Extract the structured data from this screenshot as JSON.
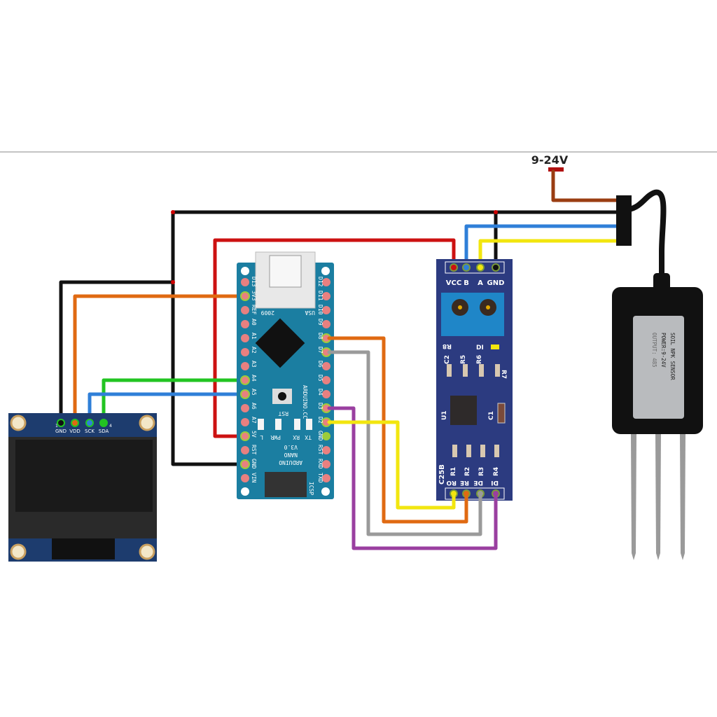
{
  "power_label": "9-24V",
  "colors": {
    "arduino_board": "#1b7ea1",
    "rs485_board": "#2c3b80",
    "oled_board": "#1d3c6e",
    "sensor_body": "#111111",
    "wire_black": "#111111",
    "wire_red": "#cc1111",
    "wire_orange": "#e06a12",
    "wire_blue": "#2f7fd8",
    "wire_yellow": "#f2e60f",
    "wire_green": "#22c422",
    "wire_gray": "#9a9a9a",
    "wire_purple": "#9a3fa0",
    "wire_brown": "#9a3d12"
  },
  "arduino": {
    "left_pins": [
      "D13",
      "3V3",
      "REF",
      "A0",
      "A1",
      "A2",
      "A3",
      "A4",
      "A5",
      "A6",
      "A7",
      "5V",
      "RST",
      "GND",
      "VIN"
    ],
    "right_pins": [
      "D12",
      "D11",
      "D10",
      "D9",
      "D8",
      "D7",
      "D6",
      "D5",
      "D4",
      "D3",
      "D2",
      "GND",
      "RST",
      "RXD",
      "TXD"
    ],
    "usb_text_left": "2009",
    "usb_text_right": "USA",
    "reset_label": "RST",
    "site_label": "ARDUINO.CC",
    "leds": [
      "L",
      "PWR",
      "RX",
      "TX"
    ],
    "name_lines": [
      "ARDUINO",
      "NANO",
      "V3.0"
    ],
    "icsp_label": "ICSP"
  },
  "rs485": {
    "top_pins": [
      "VCC",
      "B",
      "A",
      "GND"
    ],
    "bottom_pins": [
      "RO",
      "RE",
      "DE",
      "DI"
    ],
    "components": [
      "R8",
      "DI",
      "C2",
      "R5",
      "R6",
      "R7",
      "U1",
      "C1",
      "R1",
      "R2",
      "R3",
      "R4"
    ],
    "chip_label": "C25B"
  },
  "oled": {
    "pins": [
      "GND",
      "VDD",
      "SCK",
      "SDA"
    ],
    "pin_first": "1",
    "pin_last": "4"
  },
  "sensor": {
    "label_lines": [
      "SOIL NPK SENSOR",
      "POWER:9-24V",
      "OUTPUT: 485"
    ]
  }
}
